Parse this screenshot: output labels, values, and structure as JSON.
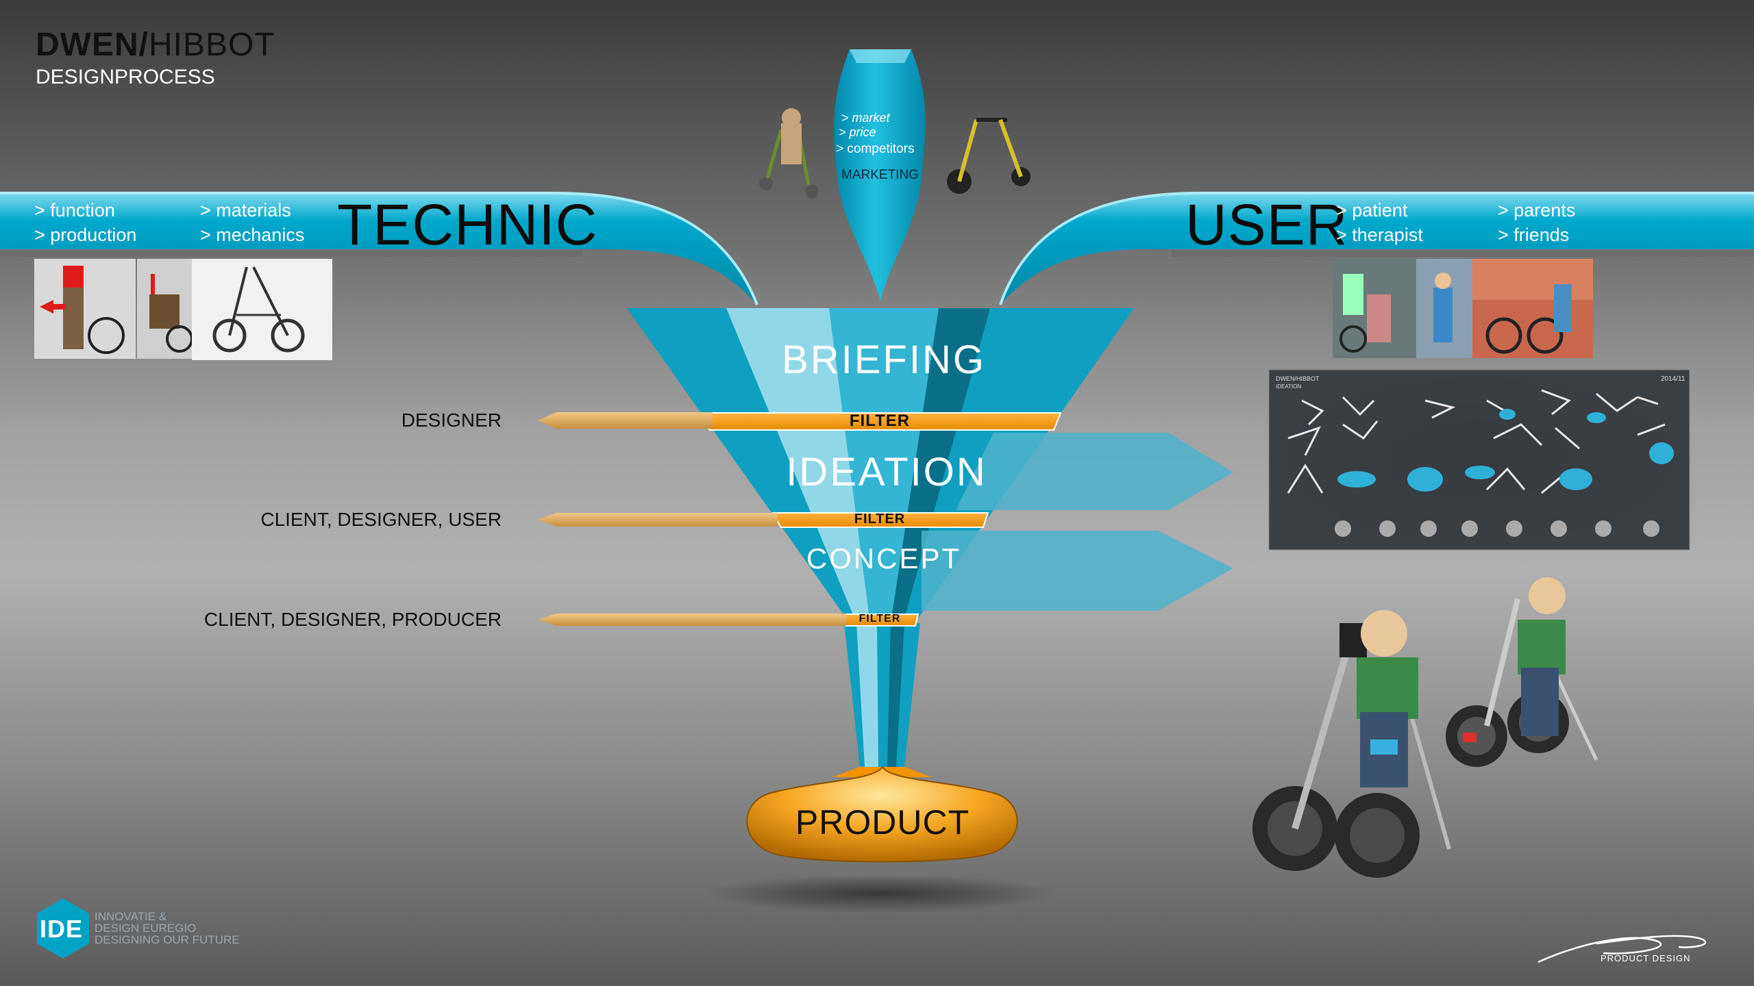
{
  "header": {
    "title_bold": "DWEN/",
    "title_regular": "HIBBOT",
    "subtitle": "DESIGNPROCESS"
  },
  "technic": {
    "label": "TECHNIC",
    "bullets": [
      "> function",
      "> production",
      "> materials",
      "> mechanics"
    ]
  },
  "user": {
    "label": "USER",
    "bullets": [
      "> patient",
      "> therapist",
      "> parents",
      "> friends"
    ]
  },
  "marketing": {
    "label": "MARKETING",
    "bullets": [
      "> market",
      "> price",
      "> competitors"
    ]
  },
  "funnel": {
    "stages": [
      "BRIEFING",
      "IDEATION",
      "CONCEPT"
    ],
    "filters": [
      "FILTER",
      "FILTER",
      "FILTER"
    ],
    "product": "PRODUCT"
  },
  "filter_roles": [
    "DESIGNER",
    "CLIENT, DESIGNER, USER",
    "CLIENT, DESIGNER, PRODUCER"
  ],
  "ideation_board": {
    "title": "DWEN/HIBBOT",
    "subtitle": "IDEATION",
    "date": "2014/11"
  },
  "footer": {
    "logo": "IDE",
    "logo_lines": [
      "INNOVATIE &",
      "DESIGN EUREGIO",
      "DESIGNING OUR FUTURE"
    ],
    "signature_caption": "PRODUCT DESIGN"
  },
  "colors": {
    "teal": "#00a3c4",
    "teal_light": "#8fd8ea",
    "teal_dark": "#00607a",
    "orange": "#f29400",
    "arrow_tan": "#d9a35a"
  }
}
